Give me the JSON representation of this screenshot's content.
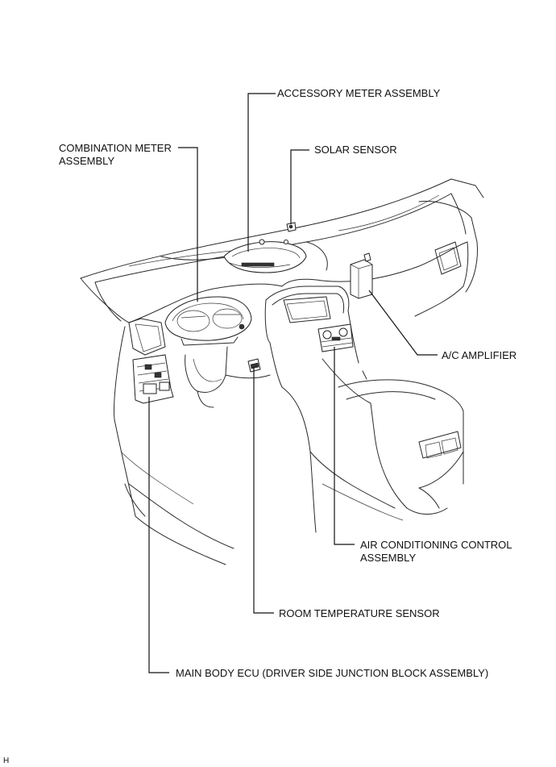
{
  "diagram": {
    "labels": {
      "accessory_meter": "ACCESSORY METER ASSEMBLY",
      "combination_meter_line1": "COMBINATION METER",
      "combination_meter_line2": "ASSEMBLY",
      "solar_sensor": "SOLAR SENSOR",
      "ac_amplifier": "A/C AMPLIFIER",
      "ac_control_line1": "AIR CONDITIONING CONTROL",
      "ac_control_line2": "ASSEMBLY",
      "room_temp_sensor": "ROOM TEMPERATURE SENSOR",
      "main_body_ecu": "MAIN BODY ECU (DRIVER SIDE JUNCTION BLOCK ASSEMBLY)"
    },
    "corner_code": "H"
  }
}
